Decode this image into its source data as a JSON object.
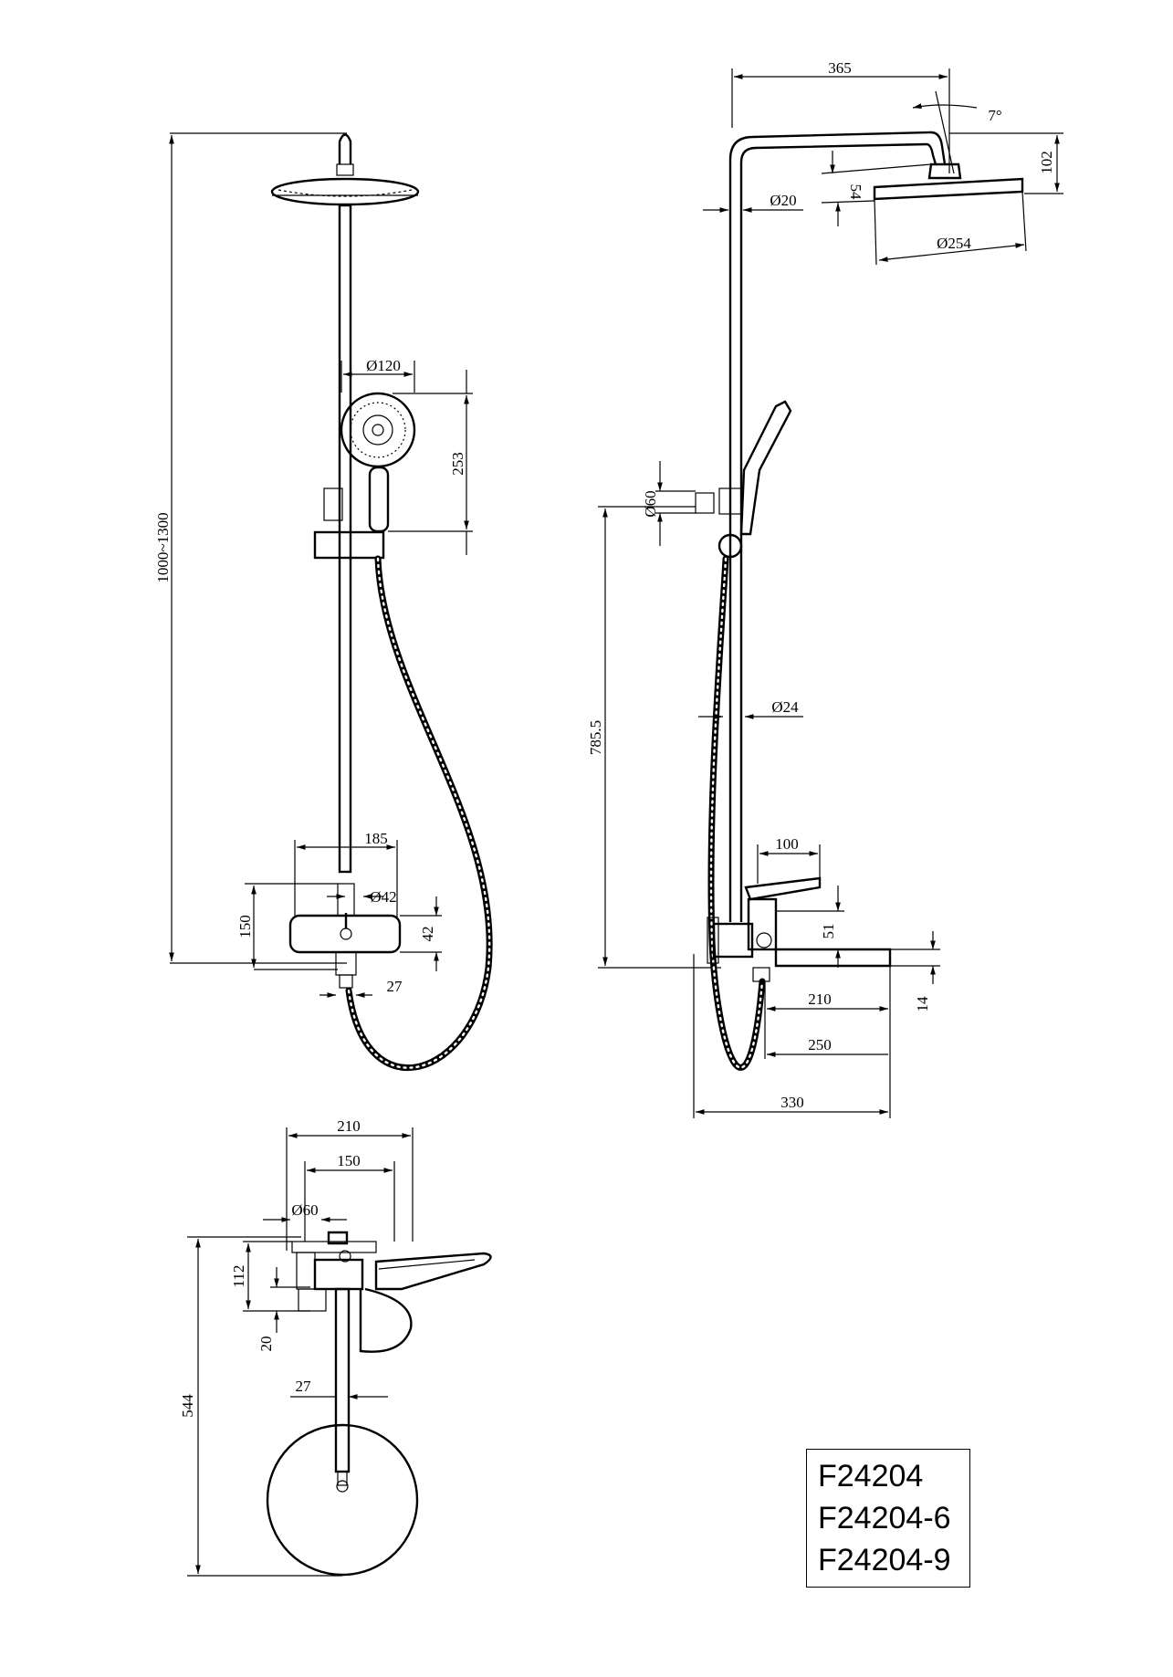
{
  "front_view": {
    "height_range": "1000~1300",
    "handshower_diameter": "Ø120",
    "handshower_length": "253",
    "mixer_width": "185",
    "mixer_outlet_diameter": "Ø42",
    "mixer_height": "150",
    "mixer_body": "42",
    "outlet_width": "27"
  },
  "side_view": {
    "arm_length": "365",
    "head_angle": "7°",
    "head_drop": "102",
    "head_thickness": "54",
    "pipe_diameter": "Ø20",
    "head_diameter": "Ø254",
    "holder_diameter": "Ø60",
    "slider_height": "785.5",
    "riser_diameter": "Ø24",
    "lever_length": "100",
    "mixer_offset": "51",
    "spout_210": "210",
    "spout_thickness": "14",
    "spout_250": "250",
    "spout_330": "330"
  },
  "top_view": {
    "width_210": "210",
    "width_150": "150",
    "holder_diameter": "Ø60",
    "depth_112": "112",
    "depth_20": "20",
    "depth_544": "544",
    "riser_27": "27"
  },
  "models": [
    "F24204",
    "F24204-6",
    "F24204-9"
  ]
}
